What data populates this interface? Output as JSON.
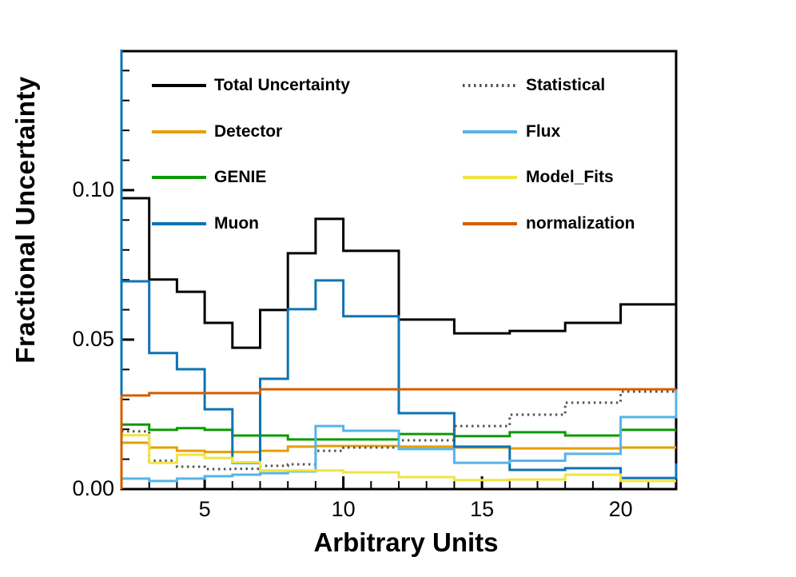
{
  "chart_data": {
    "type": "step-histogram",
    "title": "",
    "xlabel": "Arbitrary Units",
    "ylabel": "Fractional Uncertainty",
    "xlim": [
      2,
      22
    ],
    "ylim": [
      0,
      0.1465
    ],
    "bin_width": 1,
    "bin_edges": [
      2,
      3,
      4,
      5,
      6,
      7,
      8,
      9,
      10,
      11,
      12,
      13,
      14,
      15,
      16,
      17,
      18,
      19,
      20,
      21,
      22
    ],
    "x_major_ticks": [
      5,
      10,
      15,
      20
    ],
    "x_major_tick_labels": [
      "5",
      "10",
      "15",
      "20"
    ],
    "x_minor_ticks": [
      3,
      4,
      6,
      7,
      8,
      9,
      11,
      12,
      13,
      14,
      16,
      17,
      18,
      19,
      21
    ],
    "y_major_ticks": [
      {
        "value": 0.0,
        "label": "0.00"
      },
      {
        "value": 0.05,
        "label": "0.05"
      },
      {
        "value": 0.1,
        "label": "0.10"
      }
    ],
    "y_minor_ticks": [
      0.01,
      0.02,
      0.03,
      0.04,
      0.06,
      0.07,
      0.08,
      0.09,
      0.11,
      0.12,
      0.13,
      0.14
    ],
    "grid": false,
    "frame_color": "#000000",
    "background_color": "#ffffff",
    "series": [
      {
        "name": "Total Uncertainty",
        "color": "#000000",
        "style": "solid",
        "values": [
          0.0973,
          0.0701,
          0.066,
          0.0556,
          0.0473,
          0.0599,
          0.0789,
          0.0904,
          0.0797,
          0.0797,
          0.0567,
          0.0567,
          0.0521,
          0.0521,
          0.0529,
          0.0529,
          0.0556,
          0.0556,
          0.0618,
          0.0618
        ],
        "left_riser": "auto",
        "right_riser": null
      },
      {
        "name": "Detector",
        "color": "#e69f00",
        "style": "solid",
        "values": [
          0.0155,
          0.0139,
          0.0128,
          0.0124,
          0.0124,
          0.0128,
          0.0142,
          0.0144,
          0.0144,
          0.0144,
          0.0142,
          0.0142,
          0.0139,
          0.0139,
          0.0136,
          0.0136,
          0.0136,
          0.0136,
          0.0139,
          0.0139
        ],
        "left_riser": "auto",
        "right_riser": null
      },
      {
        "name": "GENIE",
        "color": "#0b9b00",
        "style": "solid",
        "values": [
          0.0216,
          0.0198,
          0.0204,
          0.0198,
          0.0179,
          0.0179,
          0.0166,
          0.0166,
          0.0166,
          0.0166,
          0.0184,
          0.0184,
          0.0177,
          0.0177,
          0.019,
          0.019,
          0.0179,
          0.0179,
          0.0198,
          0.0198
        ],
        "left_riser": "auto",
        "right_riser": null
      },
      {
        "name": "Muon",
        "color": "#0e73b2",
        "style": "solid",
        "values": [
          0.0695,
          0.0455,
          0.0401,
          0.0267,
          0.0088,
          0.0369,
          0.0602,
          0.0698,
          0.0578,
          0.0578,
          0.0254,
          0.0254,
          0.0142,
          0.0142,
          0.0064,
          0.0064,
          0.007,
          0.007,
          0.0037,
          0.0037
        ],
        "left_riser": "top",
        "right_riser": 0.0086
      },
      {
        "name": "Statistical",
        "color": "#545454",
        "style": "dotted",
        "values": [
          0.0193,
          0.0095,
          0.0075,
          0.0067,
          0.0068,
          0.0078,
          0.0083,
          0.0128,
          0.0139,
          0.0139,
          0.0163,
          0.0163,
          0.0211,
          0.0211,
          0.0249,
          0.0249,
          0.0289,
          0.0289,
          0.0326,
          0.0326
        ],
        "left_riser": "auto",
        "right_riser": null
      },
      {
        "name": "Flux",
        "color": "#56b4e9",
        "style": "solid",
        "values": [
          0.0035,
          0.0027,
          0.0035,
          0.0043,
          0.0048,
          0.0053,
          0.0059,
          0.0211,
          0.0195,
          0.0195,
          0.0134,
          0.0134,
          0.0088,
          0.0088,
          0.0095,
          0.0095,
          0.0118,
          0.0118,
          0.0241,
          0.0241
        ],
        "left_riser": "auto",
        "right_riser": 0.0334
      },
      {
        "name": "Model_Fits",
        "color": "#f0e442",
        "style": "solid",
        "values": [
          0.018,
          0.0088,
          0.0115,
          0.0104,
          0.009,
          0.0062,
          0.0062,
          0.0062,
          0.0056,
          0.0056,
          0.004,
          0.004,
          0.003,
          0.003,
          0.0032,
          0.0032,
          0.0048,
          0.0048,
          0.0027,
          0.0027
        ],
        "left_riser": "auto",
        "right_riser": null
      },
      {
        "name": "normalization",
        "color": "#d55e00",
        "style": "solid",
        "values": [
          0.0313,
          0.0321,
          0.0321,
          0.0321,
          0.0321,
          0.0334,
          0.0334,
          0.0334,
          0.0334,
          0.0334,
          0.0334,
          0.0334,
          0.0334,
          0.0334,
          0.0334,
          0.0334,
          0.0334,
          0.0334,
          0.0334,
          0.0334
        ],
        "left_riser": "auto",
        "right_riser": null
      }
    ],
    "legend": {
      "position": "top-inside",
      "border": false,
      "columns": [
        [
          0,
          1,
          2,
          3
        ],
        [
          4,
          5,
          6,
          7
        ]
      ]
    }
  }
}
